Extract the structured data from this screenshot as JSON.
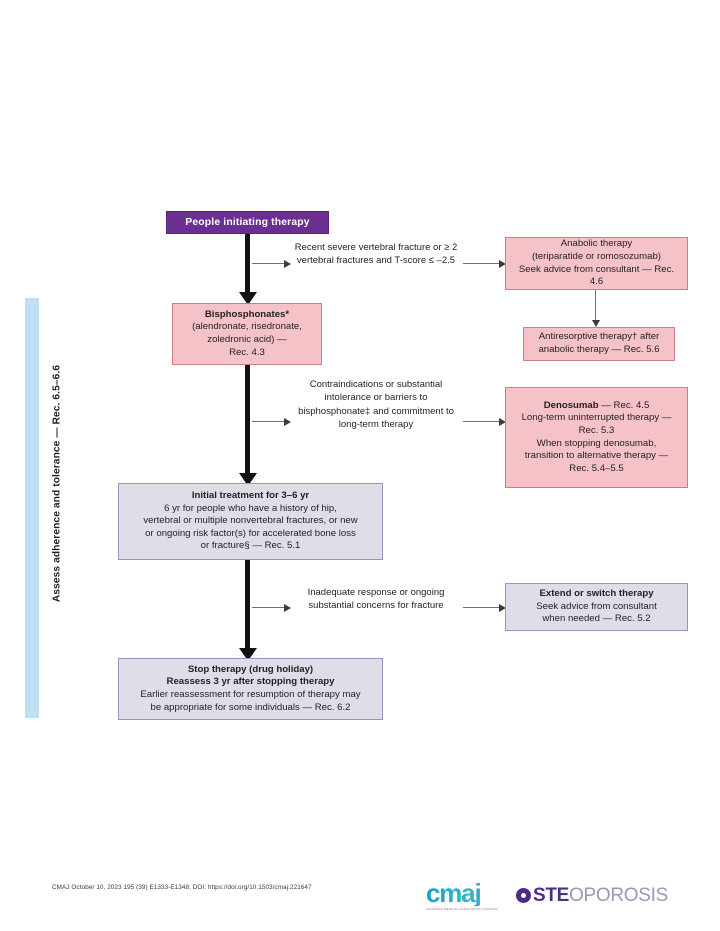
{
  "sidebar": {
    "label": "Assess adherence and tolerance — Rec. 6.5–6.6"
  },
  "nodes": {
    "start": {
      "title": "People initiating therapy"
    },
    "bisphosphonates": {
      "title": "Bisphosphonates*",
      "line1": "(alendronate, risedronate,",
      "line2": "zoledronic acid) —",
      "line3": "Rec. 4.3"
    },
    "anabolic": {
      "line1": "Anabolic therapy",
      "line2": "(teriparatide or romosozumab)",
      "line3": "Seek advice from consultant — Rec. 4.6"
    },
    "antiresorptive": {
      "line1": "Antiresorptive therapy† after",
      "line2": "anabolic therapy — Rec. 5.6"
    },
    "denosumab": {
      "title": "Denosumab",
      "title_tail": " — Rec. 4.5",
      "line1": "Long-term uninterrupted therapy —",
      "line2": "Rec. 5.3",
      "line3": "When stopping denosumab,",
      "line4": "transition to alternative therapy —",
      "line5": "Rec. 5.4–5.5"
    },
    "initial_treatment": {
      "title": "Initial treatment for 3–6 yr",
      "line1": "6 yr for people who have a history of hip,",
      "line2": "vertebral or multiple nonvertebral fractures, or new",
      "line3": "or ongoing risk factor(s) for accelerated bone loss",
      "line4": "or fracture§ — Rec. 5.1"
    },
    "extend_switch": {
      "title": "Extend or switch therapy",
      "line1": "Seek advice from consultant",
      "line2": "when needed — Rec. 5.2"
    },
    "stop_therapy": {
      "title1": "Stop therapy (drug holiday)",
      "title2": "Reassess 3 yr after stopping therapy",
      "line1": "Earlier reassessment for resumption of therapy may",
      "line2": "be appropriate for some individuals — Rec. 6.2"
    }
  },
  "branches": {
    "vertebral": {
      "line1": "Recent severe vertebral fracture",
      "line2": "or ≥ 2 vertebral fractures",
      "line3": "and T-score ≤ –2.5"
    },
    "contraindications": {
      "line1": "Contraindications or",
      "line2": "substantial intolerance or",
      "line3": "barriers to bisphosphonate‡",
      "line4": "and commitment to",
      "line5": "long-term therapy"
    },
    "inadequate": {
      "line1": "Inadequate response",
      "line2": "or ongoing substantial",
      "line3": "concerns for fracture"
    }
  },
  "footer": {
    "citation": "CMAJ October 10, 2023 195 (39) E1333-E1348; DOI: https://doi.org/10.1503/cmaj.221647",
    "cmaj_word": "cmaj",
    "cmaj_sub": "CANADIAN MEDICAL ASSOCIATION JOURNAL",
    "osteo_bold": "STE",
    "osteo_rest": "OPOROSIS"
  },
  "colors": {
    "purple": "#6b2f91",
    "pink_fill": "#f4c2c7",
    "pink_border": "#d07b85",
    "lavender_fill": "#dedde8",
    "lavender_border": "#9a93bd",
    "band_blue": "#bfdff2",
    "spine_black": "#121212",
    "thin_gray": "#6f6f74"
  }
}
